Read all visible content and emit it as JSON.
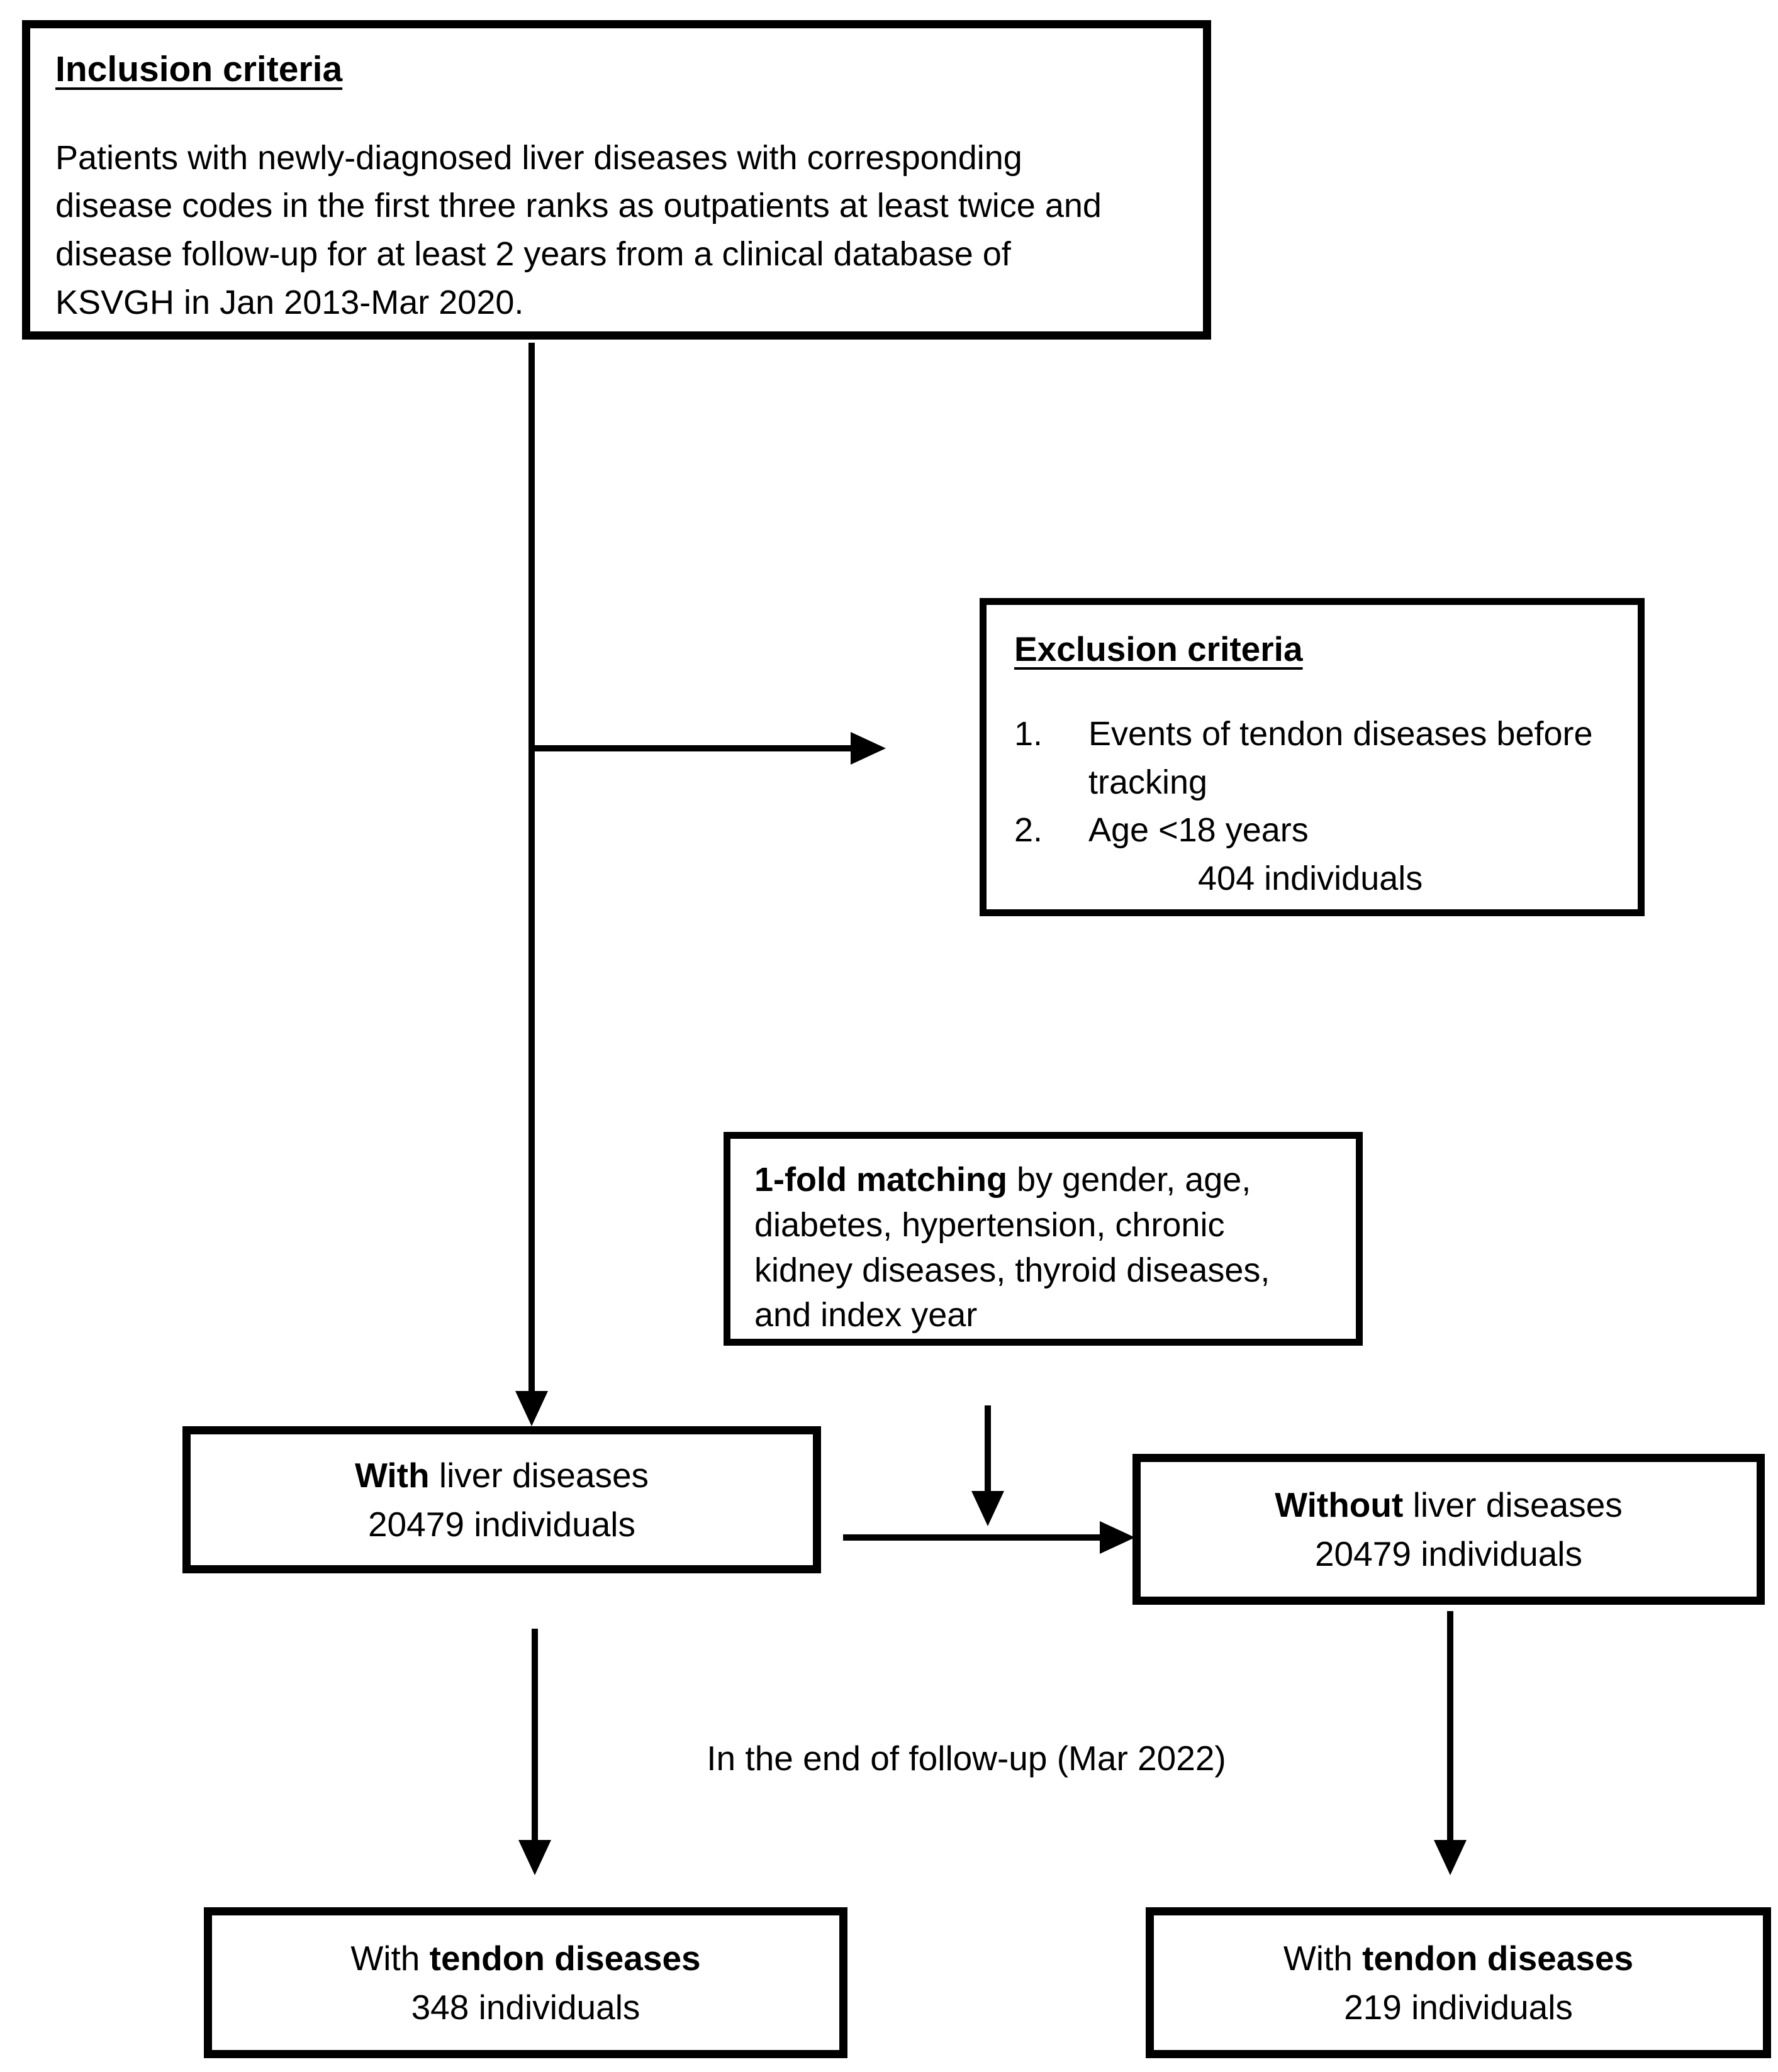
{
  "inclusion": {
    "title": "Inclusion criteria",
    "body": "Patients with newly-diagnosed liver diseases with corresponding\ndisease codes in the first three ranks as outpatients at least twice and\ndisease follow-up for at least 2 years from a clinical database of\nKSVGH in Jan 2013-Mar 2020."
  },
  "exclusion": {
    "title": "Exclusion criteria",
    "items": [
      {
        "num": "1.",
        "text": "Events of tendon diseases before\ntracking"
      },
      {
        "num": "2.",
        "text": "Age <18 years"
      }
    ],
    "count": "404 individuals"
  },
  "matching": {
    "bold": "1-fold matching",
    "rest": " by gender, age,\ndiabetes, hypertension, chronic\nkidney diseases, thyroid diseases,\nand index year"
  },
  "with_liver": {
    "bold": "With",
    "rest": " liver diseases",
    "count": "20479 individuals"
  },
  "without_liver": {
    "bold": "Without",
    "rest": " liver diseases",
    "count": "20479 individuals"
  },
  "followup_label": "In the end of follow-up (Mar 2022)",
  "tendon_left": {
    "prefix": "With ",
    "bold": "tendon diseases",
    "count": "348 individuals"
  },
  "tendon_right": {
    "prefix": "With ",
    "bold": "tendon diseases",
    "count": "219 individuals"
  },
  "colors": {
    "line": "#000000",
    "background": "#ffffff",
    "text": "#000000"
  }
}
